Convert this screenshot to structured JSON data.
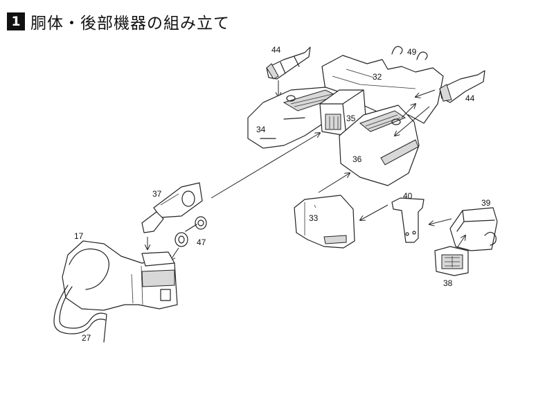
{
  "header": {
    "step_number": "1",
    "title": "胴体・後部機器の組み立て"
  },
  "labels": {
    "p44a": "44",
    "p49": "49",
    "p32": "32",
    "p44b": "44",
    "p34": "34",
    "p35": "35",
    "p36": "36",
    "p37": "37",
    "p47": "47",
    "p17": "17",
    "p27": "27",
    "p40": "40",
    "p39": "39",
    "p33": "33",
    "p38": "38"
  }
}
